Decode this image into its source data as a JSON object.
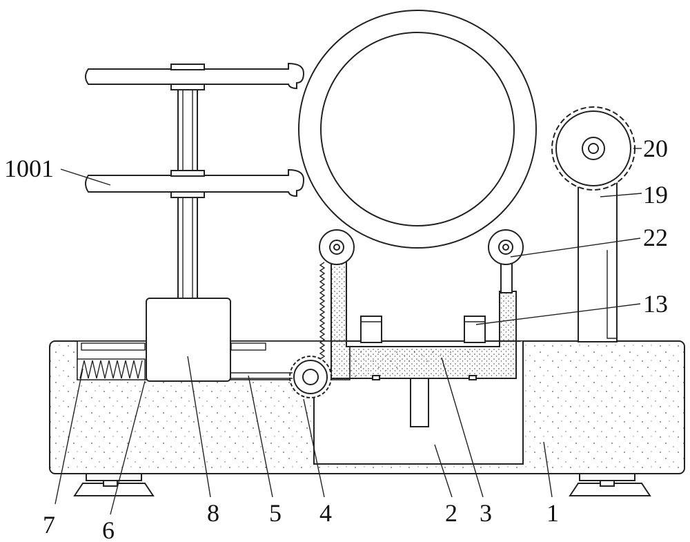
{
  "labels": {
    "l1001": "1001",
    "l20": "20",
    "l19": "19",
    "l22": "22",
    "l13": "13",
    "l7": "7",
    "l6": "6",
    "l8": "8",
    "l5": "5",
    "l4": "4",
    "l2": "2",
    "l3": "3",
    "l1": "1"
  }
}
